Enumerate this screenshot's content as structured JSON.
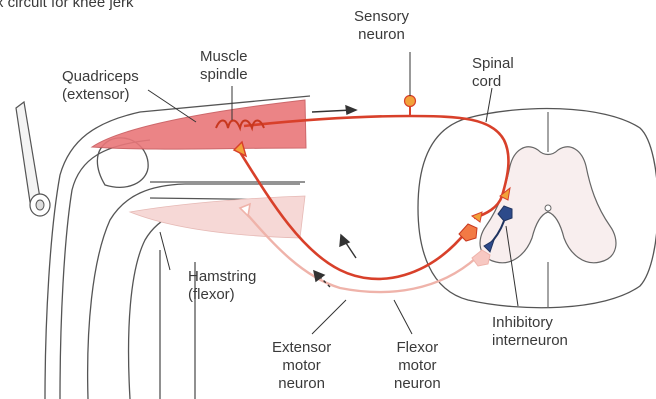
{
  "title": "x circuit for knee jerk",
  "labels": {
    "quadriceps": [
      "Quadriceps",
      "(extensor)"
    ],
    "muscle_spindle": [
      "Muscle",
      "spindle"
    ],
    "sensory_neuron": [
      "Sensory",
      "neuron"
    ],
    "spinal_cord": [
      "Spinal",
      "cord"
    ],
    "hamstring": [
      "Hamstring",
      "(flexor)"
    ],
    "inhibitory_interneuron": [
      "Inhibitory",
      "interneuron"
    ],
    "extensor_motor_neuron": [
      "Extensor",
      "motor",
      "neuron"
    ],
    "flexor_motor_neuron": [
      "Flexor",
      "motor",
      "neuron"
    ]
  },
  "colors": {
    "sensory": "#d8402a",
    "extensor_motor": "#d8402a",
    "flexor_motor": "#efb3aa",
    "interneuron": "#2d4a8a",
    "quadriceps_fill": "#e9777a",
    "hamstring_fill": "#f6d8d6",
    "sensory_soma": "#f2a23a"
  }
}
